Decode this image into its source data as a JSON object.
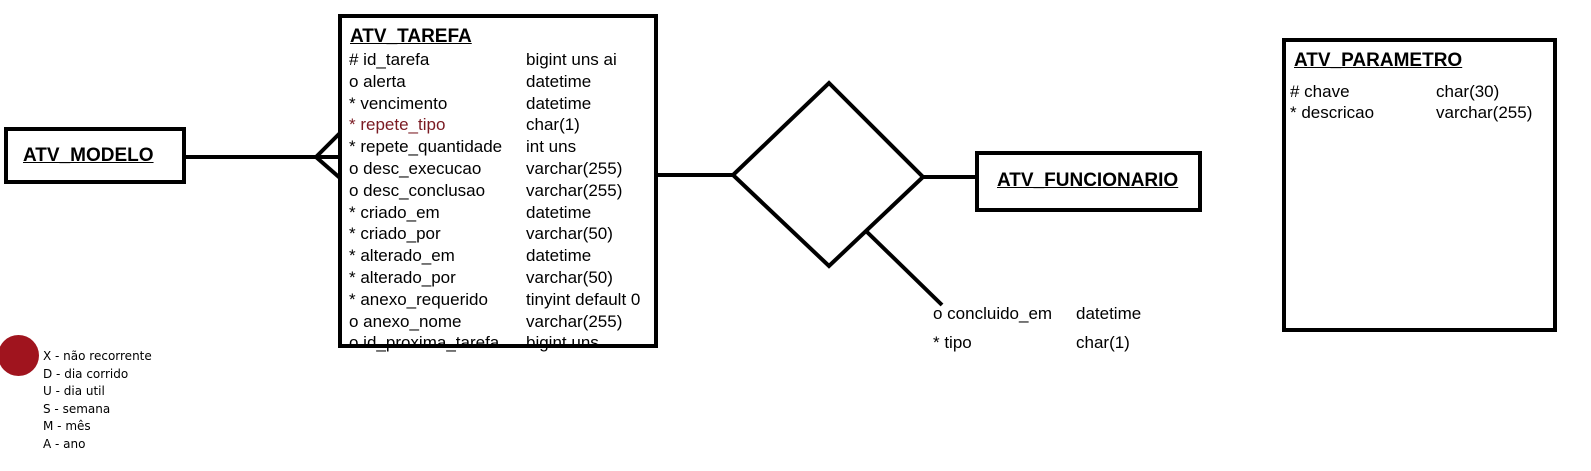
{
  "entities": {
    "modelo": {
      "name": "ATV_MODELO"
    },
    "funcionario": {
      "name": "ATV_FUNCIONARIO"
    },
    "parametro": {
      "name": "ATV_PARAMETRO",
      "attributes": [
        {
          "name": "# chave",
          "type": "char(30)"
        },
        {
          "name": "* descricao",
          "type": "varchar(255)"
        }
      ]
    },
    "tarefa": {
      "name": "ATV_TAREFA",
      "attributes": [
        {
          "name": "# id_tarefa",
          "type": "bigint uns  ai"
        },
        {
          "name": "o alerta",
          "type": "datetime"
        },
        {
          "name": "*  vencimento",
          "type": "datetime"
        },
        {
          "name": "*  repete_tipo",
          "type": "char(1)"
        },
        {
          "name": "*  repete_quantidade",
          "type": "int uns"
        },
        {
          "name": "o desc_execucao",
          "type": "varchar(255)"
        },
        {
          "name": "o desc_conclusao",
          "type": "varchar(255)"
        },
        {
          "name": "*  criado_em",
          "type": "datetime"
        },
        {
          "name": "*  criado_por",
          "type": "varchar(50)"
        },
        {
          "name": "*  alterado_em",
          "type": "datetime"
        },
        {
          "name": "*  alterado_por",
          "type": "varchar(50)"
        },
        {
          "name": "* anexo_requerido",
          "type": "tinyint default 0"
        },
        {
          "name": "o anexo_nome",
          "type": "varchar(255)"
        },
        {
          "name": "o id_proxima_tarefa",
          "type": "bigint uns"
        }
      ]
    }
  },
  "relationship": {
    "attributes": [
      {
        "name": "o concluido_em",
        "type": "datetime"
      },
      {
        "name": "* tipo",
        "type": "char(1)"
      }
    ]
  },
  "legend": {
    "items": [
      "X - não recorrente",
      "D - dia corrido",
      "U - dia util",
      "S - semana",
      "M - mês",
      "A - ano"
    ]
  },
  "colors": {
    "line": "#000000",
    "highlight_text": "#7a1a22",
    "legend_dot": "#a0141e"
  }
}
